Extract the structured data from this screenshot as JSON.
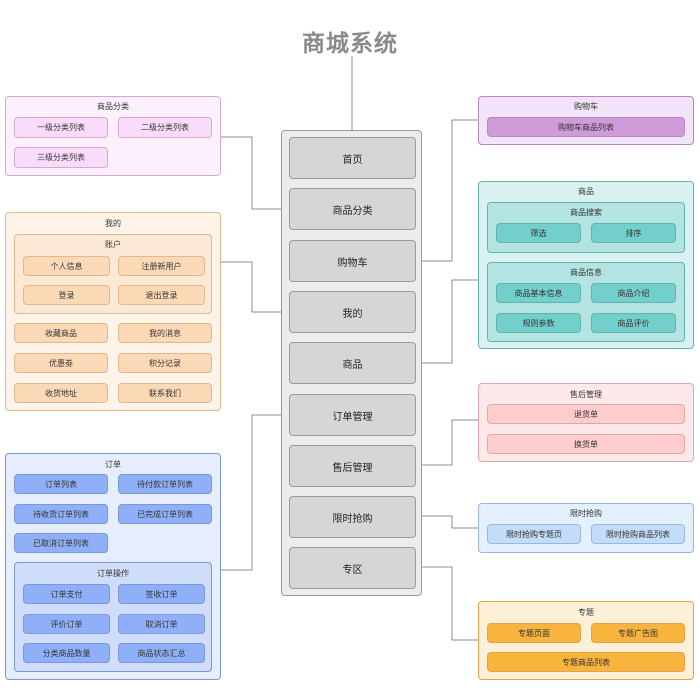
{
  "title": "商城系统",
  "nav": [
    "首页",
    "商品分类",
    "购物车",
    "我的",
    "商品",
    "订单管理",
    "售后管理",
    "限时抢购",
    "专区"
  ],
  "colors": {
    "nav_fill": "#d6d6d6",
    "nav_border": "#9a9a9a",
    "line": "#8c8c8c",
    "pink_bg": "#fdf0fd",
    "pink_item": "#f9dcfa",
    "pink_border": "#d9a6da",
    "orange_bg": "#fdf3e9",
    "orange_item": "#fcd9b6",
    "orange_border": "#e3b88c",
    "blue_bg": "#e6edfd",
    "blue_item": "#8fb0f8",
    "blue_border": "#7b98d6",
    "purple_bg": "#f1e3f8",
    "purple_item": "#cf9bd9",
    "purple_border": "#b985c3",
    "teal_bg": "#d9f1f0",
    "teal_item": "#72cfcb",
    "teal_border": "#62b4b0",
    "red_bg": "#fde9e9",
    "red_item": "#fdcccc",
    "red_border": "#e6a6a6",
    "lightblue_bg": "#e4f0fd",
    "lightblue_item": "#c3dcf8",
    "lightblue_border": "#98b9dd",
    "yellow_bg": "#fdf0d8",
    "yellow_item": "#f9b43e",
    "yellow_border": "#e0a346"
  },
  "groups": {
    "category": {
      "title": "商品分类",
      "items": [
        "一级分类列表",
        "二级分类列表",
        "三级分类列表"
      ]
    },
    "mine": {
      "title": "我的",
      "account": {
        "title": "账户",
        "items": [
          "个人信息",
          "注册新用户",
          "登录",
          "退出登录"
        ]
      },
      "items": [
        "收藏商品",
        "我的消息",
        "优惠劵",
        "积分记录",
        "收货地址",
        "联系我们"
      ]
    },
    "order": {
      "title": "订单",
      "items": [
        "订单列表",
        "待付款订单列表",
        "待收货订单列表",
        "已完成订单列表",
        "已取消订单列表"
      ],
      "ops": {
        "title": "订单操作",
        "items": [
          "订单支付",
          "签收订单",
          "评价订单",
          "取消订单",
          "分类商品数量",
          "商品状态汇总"
        ]
      }
    },
    "cart": {
      "title": "购物车",
      "items": [
        "购物车商品列表"
      ]
    },
    "product": {
      "title": "商品",
      "search": {
        "title": "商品搜索",
        "items": [
          "筛选",
          "排序"
        ]
      },
      "info": {
        "title": "商品信息",
        "items": [
          "商品基本信息",
          "商品介绍",
          "规则参数",
          "商品评价"
        ]
      }
    },
    "aftersale": {
      "title": "售后管理",
      "items": [
        "退货单",
        "换货单"
      ]
    },
    "flash": {
      "title": "限时抢购",
      "items": [
        "限时抢购专题页",
        "限时抢购商品列表"
      ]
    },
    "zone": {
      "title": "专题",
      "items": [
        "专题页面",
        "专题广告图",
        "专题商品列表"
      ]
    }
  }
}
